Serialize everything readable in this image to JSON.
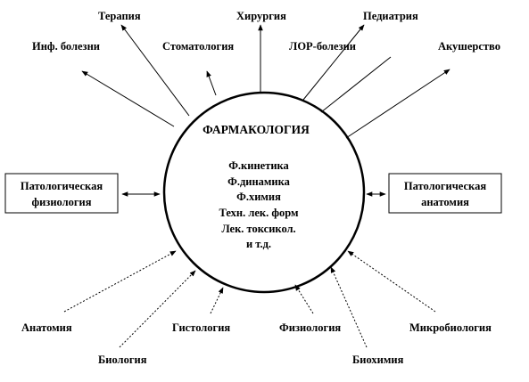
{
  "center": {
    "title": "ФАРМАКОЛОГИЯ",
    "items": [
      "Ф.кинетика",
      "Ф.динамика",
      "Ф.химия",
      "Техн. лек. форм",
      "Лек. токсикол.",
      "и т.д."
    ]
  },
  "outgoing": {
    "terapiya": "Терапия",
    "khirurgiya": "Хирургия",
    "pediatriya": "Педиатрия",
    "inf_bolezni": "Инф. болезни",
    "stomatologiya": "Стоматология",
    "lor_bolezni": "ЛОР-болезни",
    "akusherstvo": "Акушерство"
  },
  "bidirectional": {
    "left_box": [
      "Патологическая",
      "физиология"
    ],
    "right_box": [
      "Патологическая",
      "анатомия"
    ]
  },
  "incoming": {
    "anatomiya": "Анатомия",
    "biologiya": "Биология",
    "gistologiya": "Гистология",
    "fiziologiya": "Физиология",
    "biokhimiya": "Биохимия",
    "mikrobiologiya": "Микробиология"
  }
}
